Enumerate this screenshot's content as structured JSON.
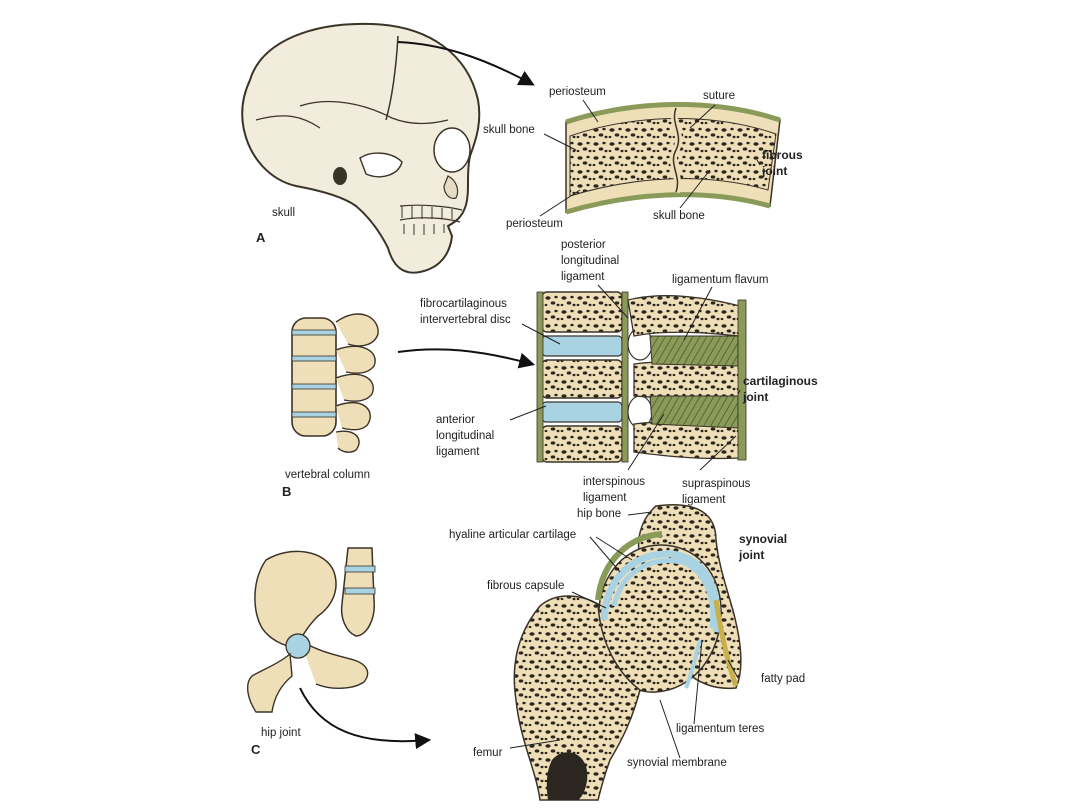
{
  "colors": {
    "bone": "#efdfb8",
    "bone_edge": "#3a3328",
    "marrow": "#2c2620",
    "cartilage": "#a9d3e3",
    "ligament": "#8a9a58",
    "membrane": "#c8b04a"
  },
  "panel_a": {
    "letter": "A",
    "skull_label": "skull",
    "periosteum_top": "periosteum",
    "suture": "suture",
    "skull_bone_left": "skull bone",
    "fibrous_joint": "fibrous\njoint",
    "periosteum_bottom": "periosteum",
    "skull_bone_right": "skull bone"
  },
  "panel_b": {
    "letter": "B",
    "vertebral_column": "vertebral column",
    "posterior_ligament": "posterior\nlongitudinal\nligament",
    "ligamentum_flavum": "ligamentum flavum",
    "intervertebral_disc": "fibrocartilaginous\nintervertebral disc",
    "cartilaginous_joint": "cartilaginous\njoint",
    "anterior_ligament": "anterior\nlongitudinal\nligament",
    "interspinous": "interspinous\nligament",
    "supraspinous": "supraspinous\nligament"
  },
  "panel_c": {
    "letter": "C",
    "hip_joint": "hip joint",
    "hip_bone": "hip bone",
    "hyaline": "hyaline articular cartilage",
    "synovial_joint": "synovial\njoint",
    "fibrous_capsule": "fibrous capsule",
    "fatty_pad": "fatty pad",
    "ligamentum_teres": "ligamentum teres",
    "femur": "femur",
    "synovial_membrane": "synovial membrane"
  }
}
